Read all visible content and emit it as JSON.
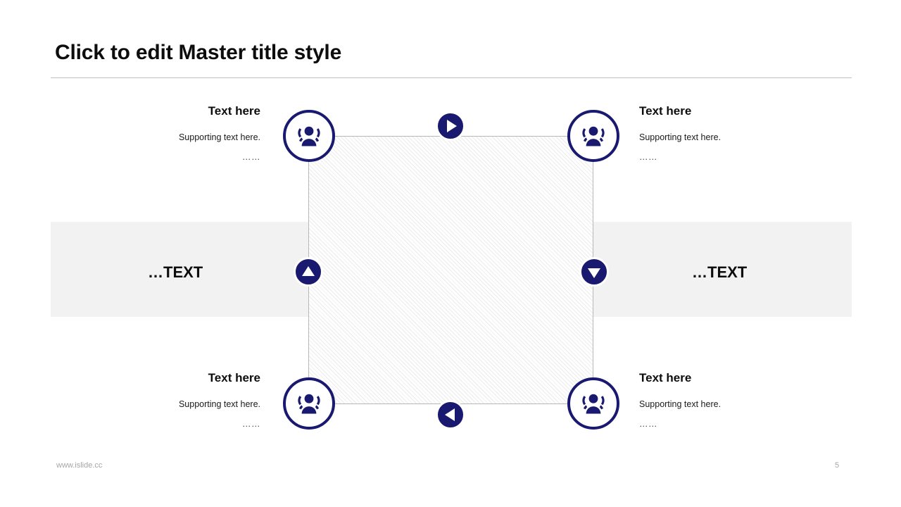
{
  "slide": {
    "title": "Click to edit Master title style",
    "accent_color": "#191970",
    "band_color": "#f2f2f2",
    "line_color": "#b8b8b8"
  },
  "nodes": [
    {
      "position": "top-left",
      "heading": "Text here",
      "support": "Supporting text here.",
      "dots": "……",
      "icon": "people-group-icon"
    },
    {
      "position": "top-right",
      "heading": "Text here",
      "support": "Supporting text here.",
      "dots": "……",
      "icon": "people-group-icon"
    },
    {
      "position": "bottom-left",
      "heading": "Text here",
      "support": "Supporting text here.",
      "dots": "……",
      "icon": "people-group-icon"
    },
    {
      "position": "bottom-right",
      "heading": "Text here",
      "support": "Supporting text here.",
      "dots": "……",
      "icon": "people-group-icon"
    }
  ],
  "arrows": [
    {
      "position": "top",
      "direction": "right",
      "icon": "arrow-right-circle-icon"
    },
    {
      "position": "right",
      "direction": "down",
      "icon": "arrow-down-circle-icon"
    },
    {
      "position": "bottom",
      "direction": "left",
      "icon": "arrow-left-circle-icon"
    },
    {
      "position": "left",
      "direction": "up",
      "icon": "arrow-up-circle-icon"
    }
  ],
  "side_labels": {
    "left": "…TEXT",
    "right": "…TEXT"
  },
  "footer": {
    "url": "www.islide.cc",
    "page_number": "5"
  }
}
